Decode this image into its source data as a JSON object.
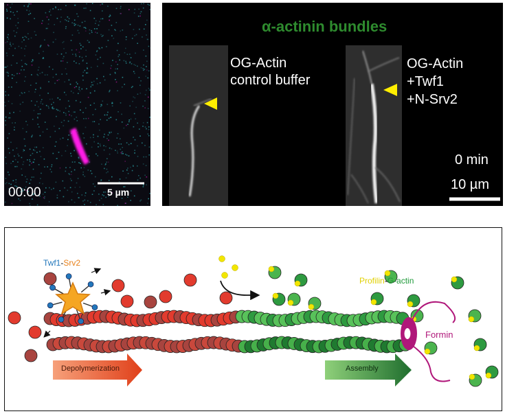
{
  "panel_a": {
    "timestamp": "00:00",
    "scale_label": "5 µm",
    "colors": {
      "background": "#0b0b12",
      "speckle": "#2fb3b8",
      "bundle": "#ff1ee6"
    }
  },
  "panel_b": {
    "title": "α-actinin bundles",
    "left_label_line1": "OG-Actin",
    "left_label_line2": "control buffer",
    "right_label_line1": "OG-Actin",
    "right_label_line2": "+Twf1",
    "right_label_line3": "+N-Srv2",
    "time_label": "0 min",
    "scale_label": "10 µm",
    "colors": {
      "title": "#2e8b2e",
      "arrowhead": "#ffee00"
    }
  },
  "diagram": {
    "twf1_label": "Twf1",
    "separator": "-",
    "srv2_label": "Srv2",
    "profilin_label": "Profilin",
    "gactin_label": "G-actin",
    "formin_label": "Formin",
    "depolymerization_label": "Depolymerization",
    "assembly_label": "Assembly",
    "colors": {
      "twf1": "#2277bb",
      "srv2": "#e8801a",
      "profilin": "#f2e600",
      "gactin": "#1f9a3a",
      "red_subunit": "#e23b2e",
      "dark_red_subunit": "#a8443f",
      "formin": "#b0177a",
      "depoly_arrow": "#e0401a",
      "assembly_arrow": "#2a8a3a"
    }
  }
}
